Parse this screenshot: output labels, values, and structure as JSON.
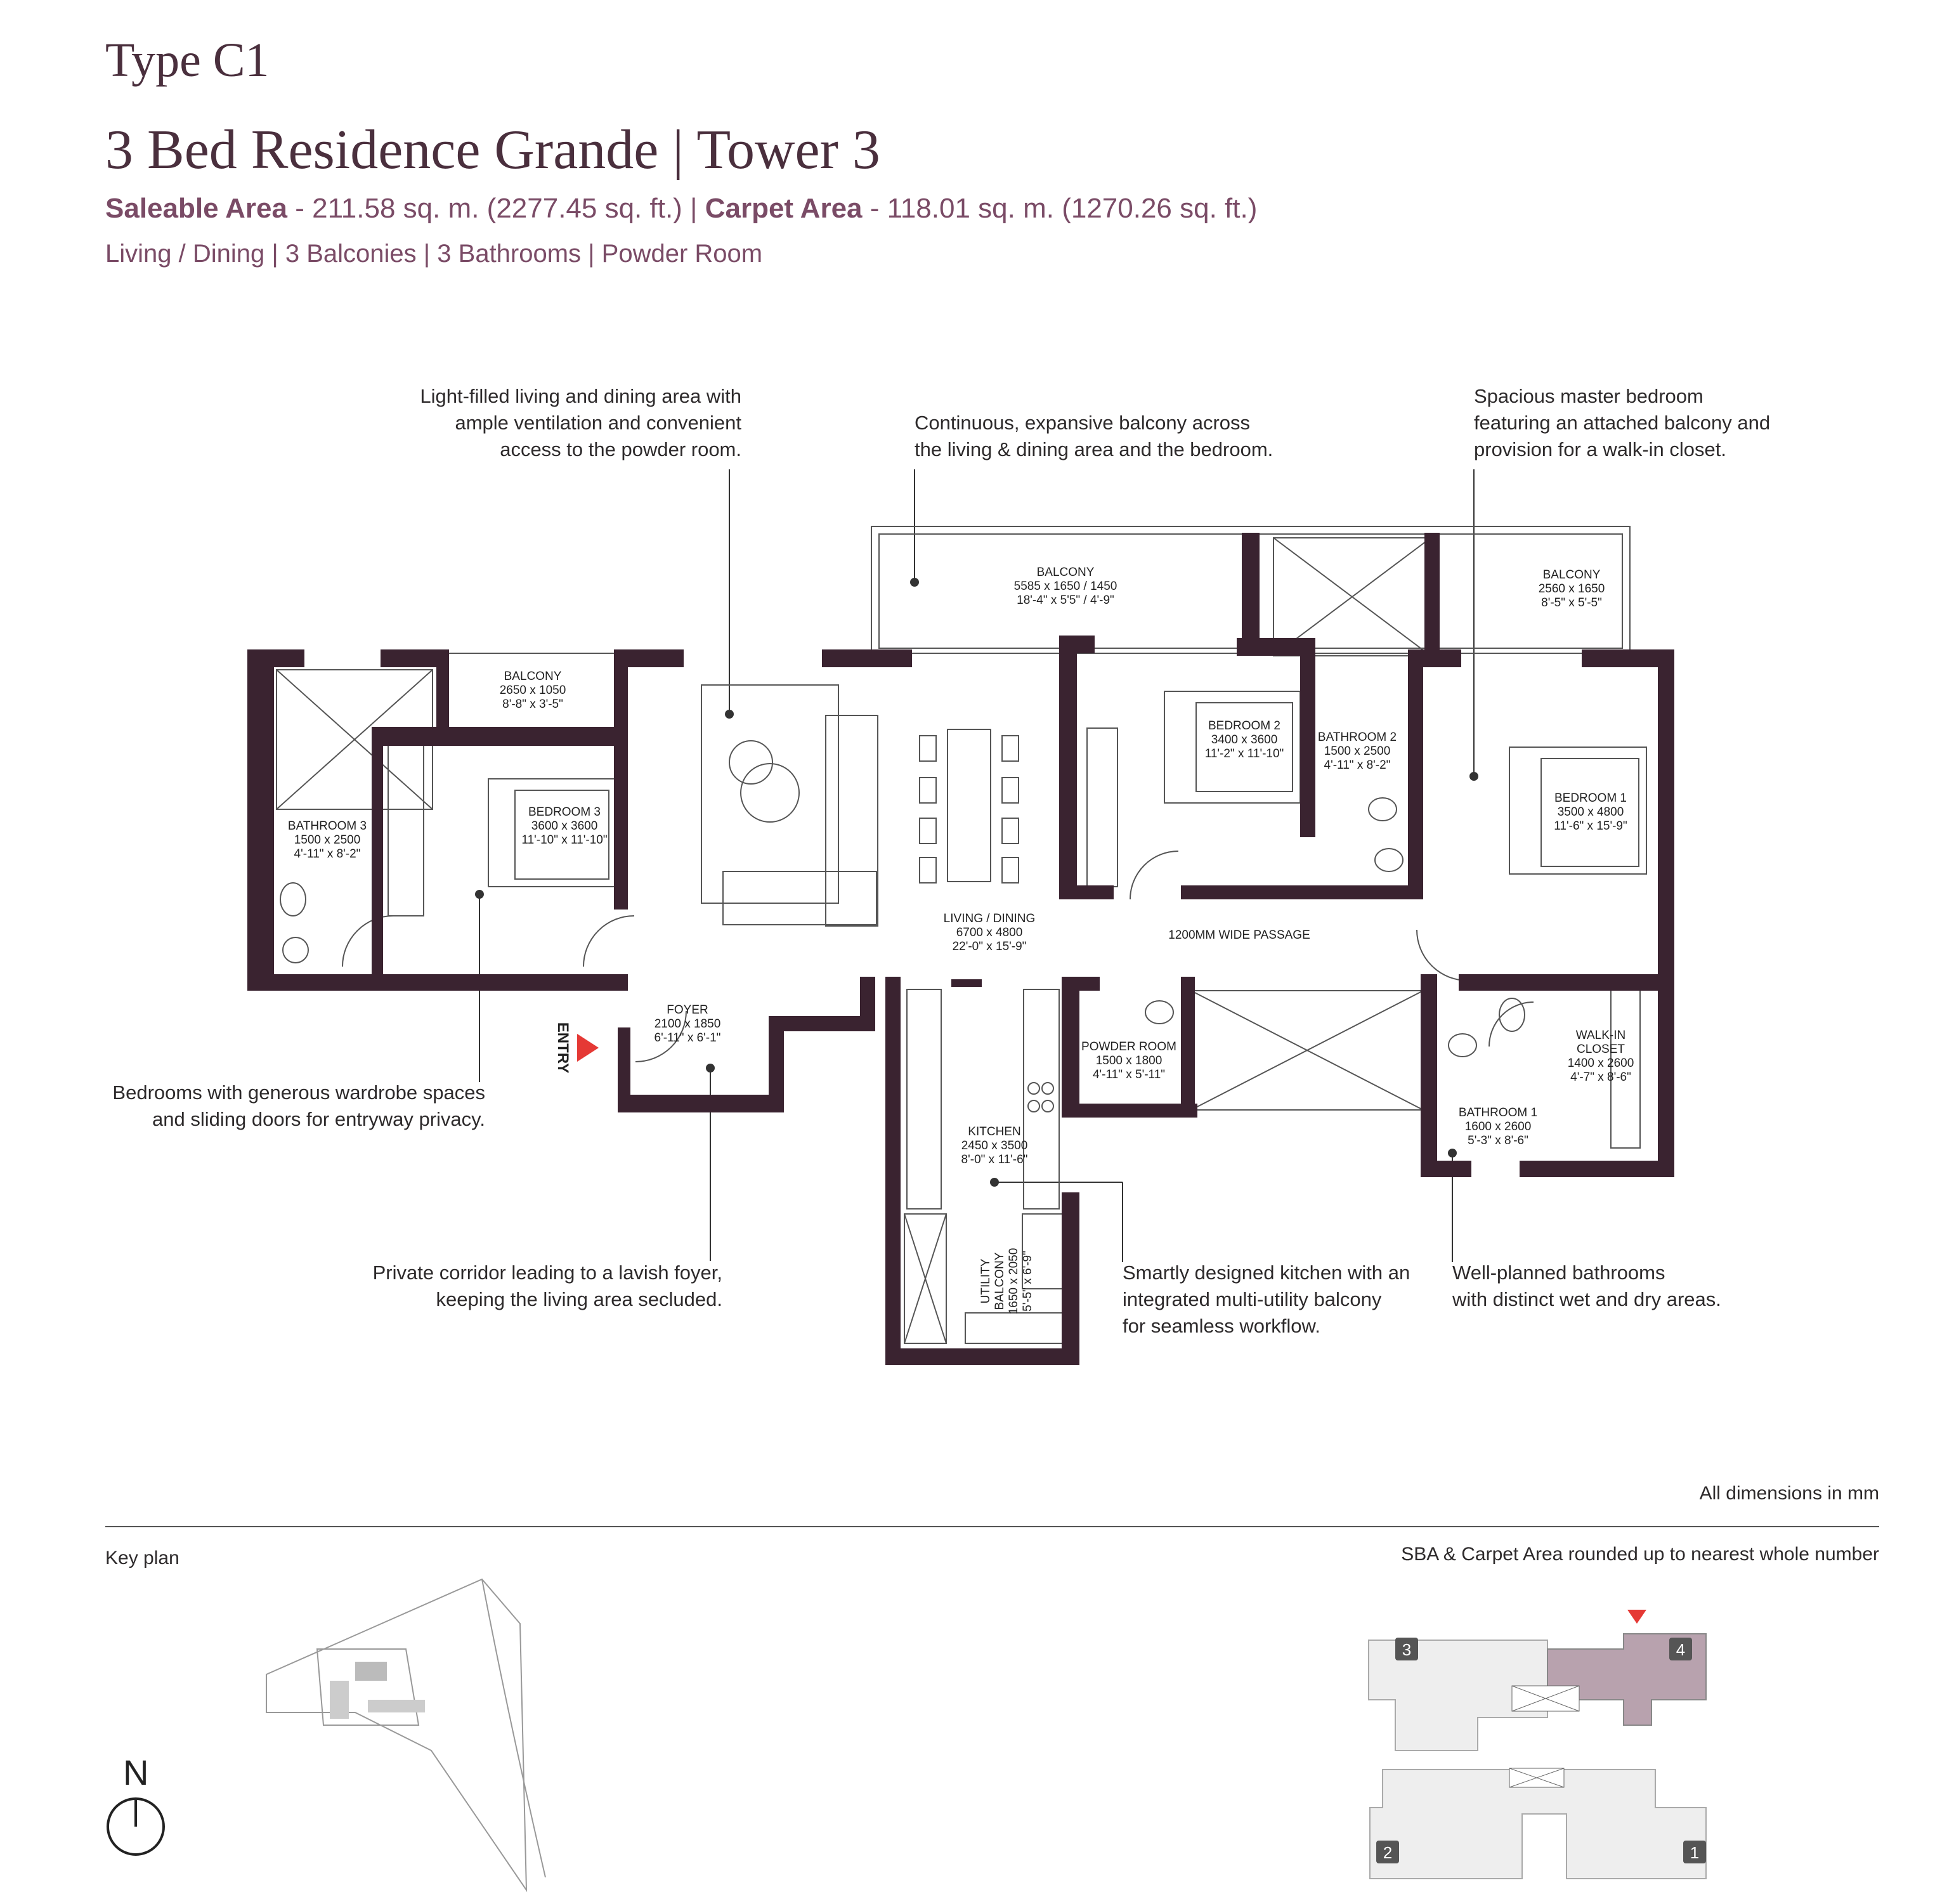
{
  "header": {
    "type_label": "Type C1",
    "title": "3 Bed Residence Grande | Tower 3",
    "saleable_label": "Saleable Area",
    "saleable_value": " - 211.58 sq. m. (2277.45 sq. ft.) | ",
    "carpet_label": "Carpet Area",
    "carpet_value": " - 118.01 sq. m. (1270.26 sq. ft.)",
    "features": "Living / Dining | 3 Balconies | 3 Bathrooms | Powder Room"
  },
  "callouts": {
    "living": [
      "Light-filled living and dining area with",
      "ample ventilation and convenient",
      "access to the powder room."
    ],
    "balcony": [
      "Continuous, expansive balcony across",
      "the living & dining area and the bedroom."
    ],
    "master": [
      "Spacious master bedroom",
      "featuring an attached balcony and",
      "provision for a walk-in closet."
    ],
    "bedrooms": [
      "Bedrooms with generous wardrobe spaces",
      "and sliding doors for entryway privacy."
    ],
    "corridor": [
      "Private corridor leading to a lavish foyer,",
      "keeping the living area secluded."
    ],
    "kitchen": [
      "Smartly designed kitchen with an",
      "integrated multi-utility balcony",
      "for seamless workflow."
    ],
    "bathrooms": [
      "Well-planned bathrooms",
      "with distinct wet and dry areas."
    ]
  },
  "rooms": {
    "balcony_top": [
      "BALCONY",
      "5585 x 1650 / 1450",
      "18'-4\" x 5'5\" / 4'-9\""
    ],
    "balcony_right": [
      "BALCONY",
      "2560 x 1650",
      "8'-5\" x 5'-5\""
    ],
    "balcony_left": [
      "BALCONY",
      "2650 x 1050",
      "8'-8\" x 3'-5\""
    ],
    "bedroom3": [
      "BEDROOM 3",
      "3600 x 3600",
      "11'-10\" x 11'-10\""
    ],
    "bathroom3": [
      "BATHROOM 3",
      "1500 x 2500",
      "4'-11\" x 8'-2\""
    ],
    "bedroom2": [
      "BEDROOM 2",
      "3400 x 3600",
      "11'-2\" x 11'-10\""
    ],
    "bathroom2": [
      "BATHROOM 2",
      "1500 x 2500",
      "4'-11\" x 8'-2\""
    ],
    "bedroom1": [
      "BEDROOM 1",
      "3500 x 4800",
      "11'-6\" x 15'-9\""
    ],
    "living": [
      "LIVING / DINING",
      "6700 x 4800",
      "22'-0\" x 15'-9\""
    ],
    "passage": [
      "1200MM WIDE PASSAGE"
    ],
    "foyer": [
      "FOYER",
      "2100 x 1850",
      "6'-11\" x 6'-1\""
    ],
    "powder": [
      "POWDER ROOM",
      "1500 x 1800",
      "4'-11\" x 5'-11\""
    ],
    "walkin": [
      "WALK-IN",
      "CLOSET",
      "1400 x 2600",
      "4'-7\" x 8'-6\""
    ],
    "bathroom1": [
      "BATHROOM 1",
      "1600 x 2600",
      "5'-3\" x 8'-6\""
    ],
    "kitchen": [
      "KITCHEN",
      "2450 x 3500",
      "8'-0\" x 11'-6\""
    ],
    "utility": [
      "UTILITY",
      "BALCONY",
      "1650 x 2050",
      "5'-5\" x 6'-9\""
    ],
    "entry": "ENTRY"
  },
  "footer": {
    "dims_note": "All dimensions in mm",
    "key_plan_label": "Key plan",
    "sba_note": "SBA & Carpet Area rounded up to nearest whole number",
    "north": "N",
    "towers": [
      "3",
      "4",
      "2",
      "1"
    ]
  },
  "colors": {
    "wall": "#3a2330",
    "title": "#4a2f3d",
    "subtitle": "#7a4b66",
    "entry_marker": "#e53935",
    "highlight_tower": "#b8a2ae",
    "tower_fill": "#eeeeee"
  }
}
